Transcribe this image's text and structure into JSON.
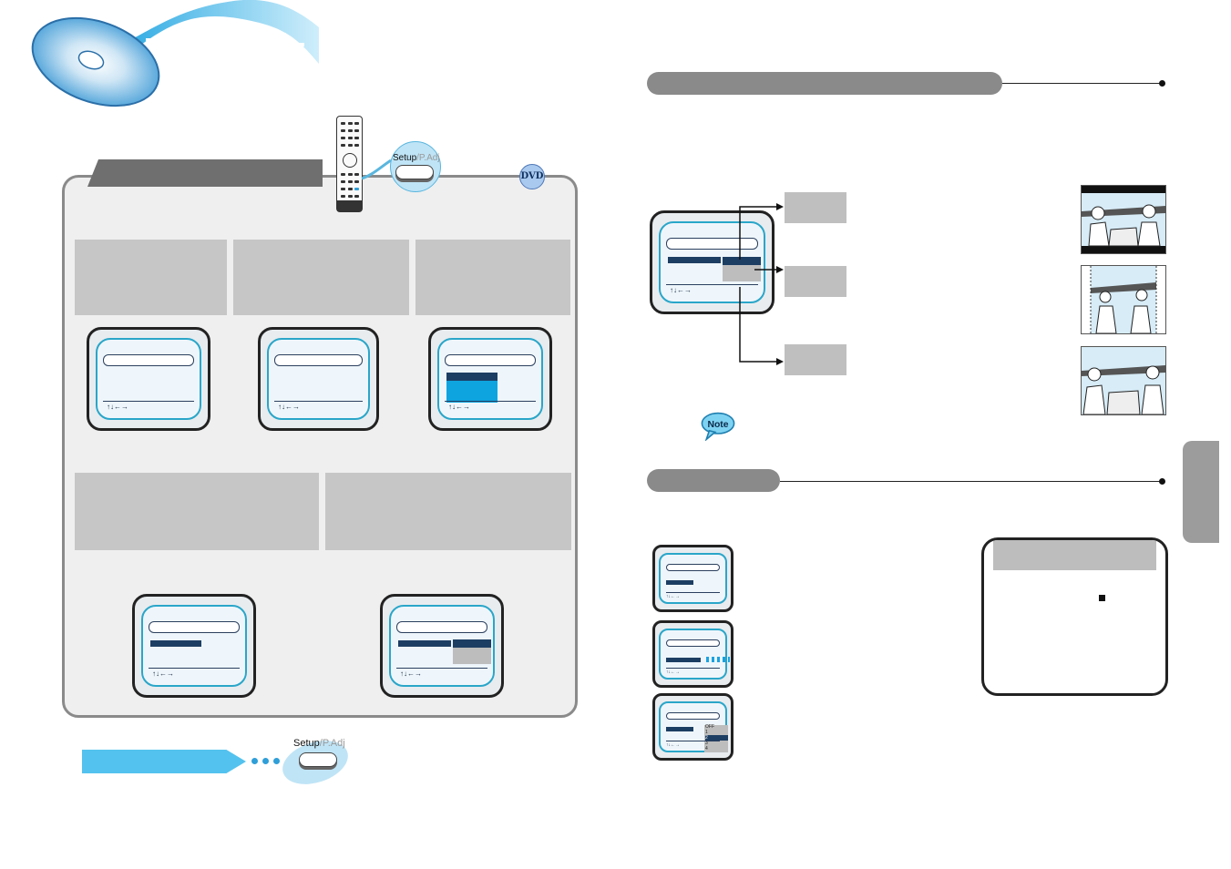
{
  "setup_key": {
    "main": "Setup",
    "sep": "/",
    "alt": "P.Adj"
  },
  "disc_badge": "DVD",
  "screen_nav": "↑↓←→",
  "note_label": "Note",
  "menu_values": [
    "OFF",
    "1",
    "2",
    "3",
    "4"
  ],
  "colors": {
    "accent_blue": "#53c2ee",
    "screen_border": "#2aa6c9",
    "menu_highlight": "#1d3e63",
    "panel_grey": "#efefef"
  }
}
